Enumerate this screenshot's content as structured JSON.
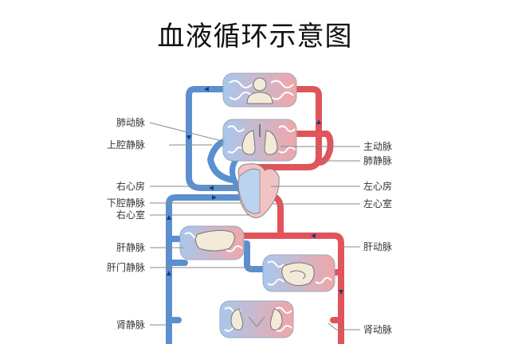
{
  "title": "血液循环示意图",
  "labels_left": [
    "肺动脉",
    "上腔静脉",
    "右心房",
    "下腔静脉",
    "右心室",
    "肝静脉",
    "肝门静脉",
    "肾静脉"
  ],
  "labels_right": [
    "主动脉",
    "肺静脉",
    "左心房",
    "左心室",
    "肝动脉",
    "肾动脉"
  ],
  "colors": {
    "vein": "#5b8fd0",
    "artery": "#e0545a",
    "line": "#888888"
  },
  "icons": [
    "head-organ-icon",
    "lungs-organ-icon",
    "heart-organ-icon",
    "liver-organ-icon",
    "stomach-intestine-organ-icon",
    "kidneys-organ-icon"
  ]
}
